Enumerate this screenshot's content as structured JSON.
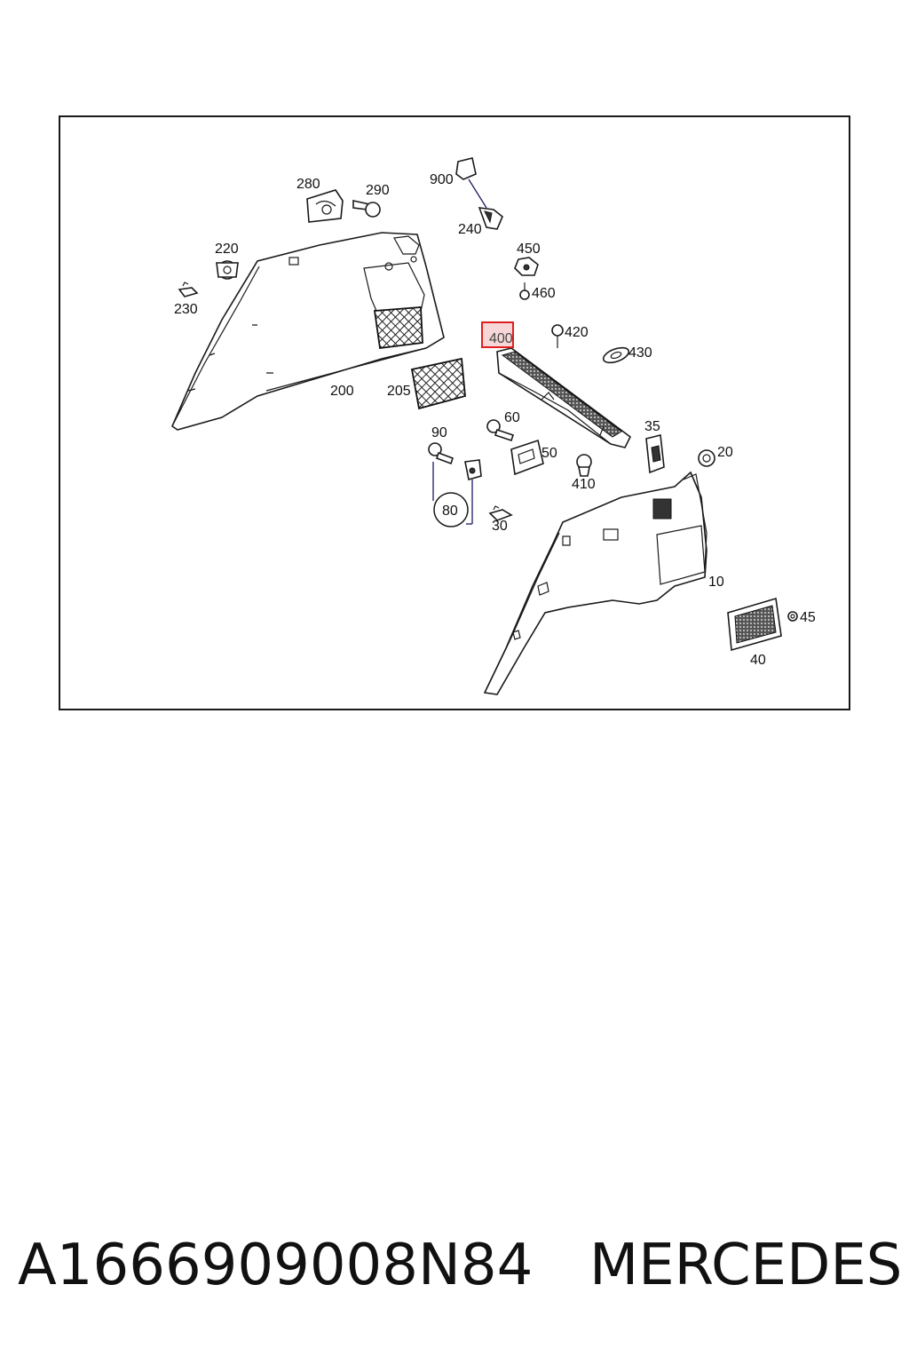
{
  "callouts": {
    "c280": "280",
    "c290": "290",
    "c900": "900",
    "c240": "240",
    "c220": "220",
    "c230": "230",
    "c450": "450",
    "c460": "460",
    "c400": "400",
    "c420": "420",
    "c430": "430",
    "c200": "200",
    "c205": "205",
    "c60": "60",
    "c90": "90",
    "c50": "50",
    "c35": "35",
    "c20": "20",
    "c410": "410",
    "c80": "80",
    "c30": "30",
    "c10": "10",
    "c45": "45",
    "c40": "40"
  },
  "highlight_color": "#e02020",
  "footer": {
    "part_number": "A1666909008N84",
    "brand": "MERCEDES"
  }
}
